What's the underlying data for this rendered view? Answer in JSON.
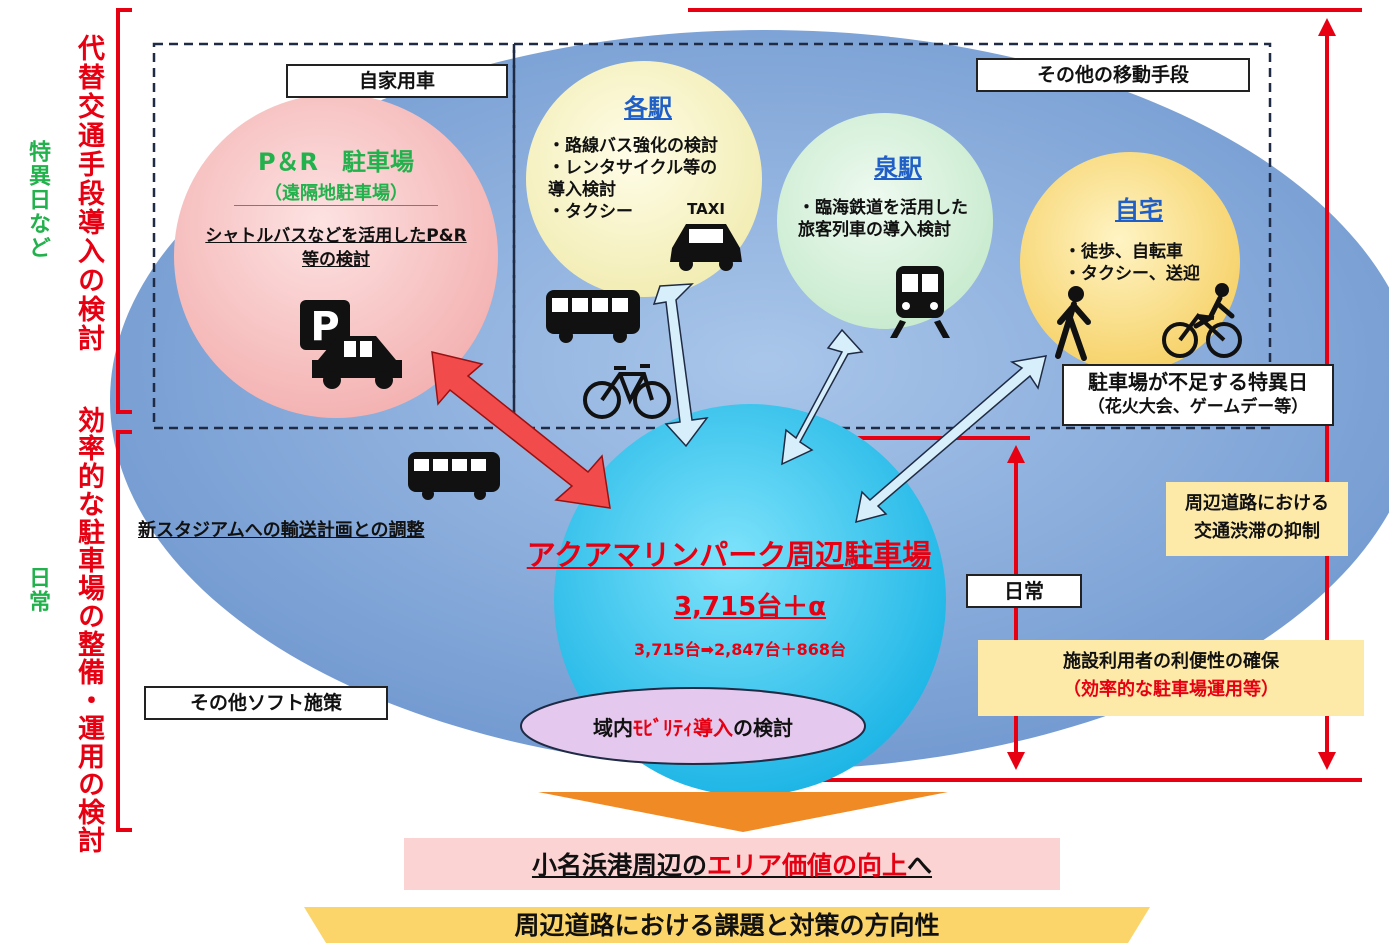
{
  "left_labels": {
    "top_red": "代替交通手段導入の検討",
    "bottom_red": "効率的な駐車場の整備・運用の検討",
    "top_green": "特異日など",
    "bottom_green": "日常"
  },
  "boxes": {
    "private_car": "自家用車",
    "other_transport": "その他の移動手段",
    "other_soft": "その他ソフト施策",
    "daily": "日常",
    "special_day_line1": "駐車場が不足する特異日",
    "special_day_line2": "（花火大会、ゲームデー等）"
  },
  "pr_circle": {
    "title": "P＆R　駐車場",
    "subtitle": "（遠隔地駐車場）",
    "text": "シャトルバスなどを活用したP&R等の検討"
  },
  "stations_circle": {
    "title": "各駅",
    "lines": [
      "・路線バス強化の検討",
      "・レンタサイクル等の",
      "導入検討",
      "・タクシー"
    ],
    "taxi_label": "TAXI"
  },
  "izumi_circle": {
    "title": "泉駅",
    "lines": [
      "・臨海鉄道を活用した",
      "旅客列車の導入検討"
    ]
  },
  "home_circle": {
    "title": "自宅",
    "lines": [
      "・徒歩、自転車",
      "・タクシー、送迎"
    ]
  },
  "main_circle": {
    "title": "アクアマリンパーク周辺駐車場",
    "count": "3,715台＋α",
    "detail": "3,715台➡2,847台＋868台"
  },
  "mobility_oval": {
    "prefix": "域内",
    "highlight": "ﾓﾋﾞﾘﾃｨ導入",
    "suffix": "の検討"
  },
  "stadium_text": "新スタジアムへの輸送計画との調整",
  "notes": {
    "congestion_line1": "周辺道路における",
    "congestion_line2": "交通渋滞の抑制",
    "convenience_line1": "施設利用者の利便性の確保",
    "convenience_line2": "（効率的な駐車場運用等）"
  },
  "bottom": {
    "goal_prefix": "小名浜港周辺の",
    "goal_highlight": "エリア価値の向上",
    "goal_suffix": "へ",
    "footer": "周辺道路における課題と対策の方向性"
  },
  "colors": {
    "red": "#e60012",
    "green": "#22b14c",
    "blue_title": "#1f5fc7",
    "ellipse": "#7fa7d9"
  },
  "icons": [
    "parking-icon",
    "car-icon",
    "taxi-icon",
    "bus-icon",
    "bicycle-icon",
    "train-icon",
    "pedestrian-icon",
    "cyclist-icon"
  ]
}
